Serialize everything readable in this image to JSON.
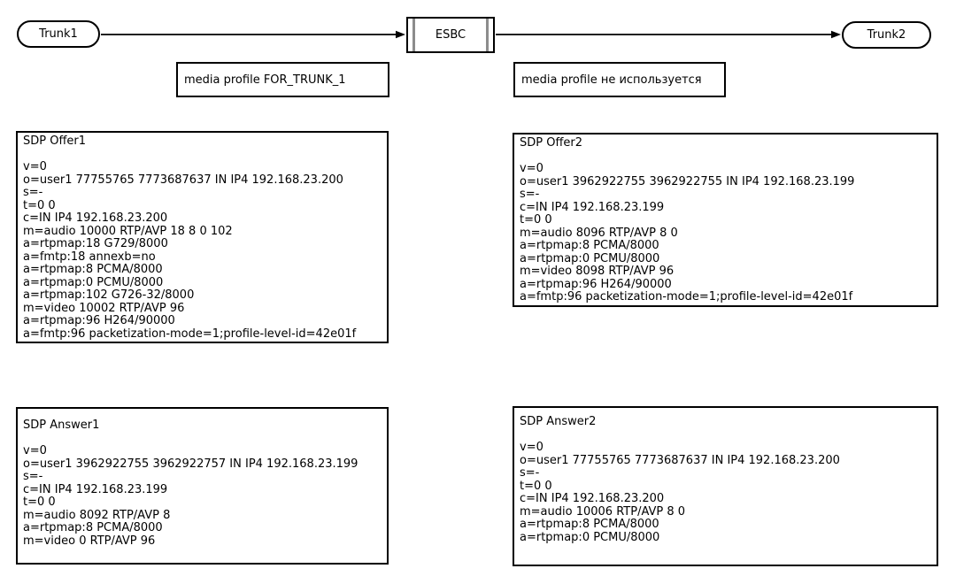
{
  "nodes": {
    "trunk1": "Trunk1",
    "esbc": "ESBC",
    "trunk2": "Trunk2"
  },
  "notes": {
    "left": "media profile FOR_TRUNK_1",
    "right": "media profile не используется"
  },
  "sdp": {
    "offer1": {
      "title": "SDP Offer1",
      "lines": [
        "v=0",
        "o=user1 77755765 7773687637 IN IP4 192.168.23.200",
        "s=-",
        "t=0 0",
        "c=IN IP4 192.168.23.200",
        "m=audio 10000 RTP/AVP 18 8 0 102",
        "a=rtpmap:18 G729/8000",
        "a=fmtp:18 annexb=no",
        "a=rtpmap:8 PCMA/8000",
        "a=rtpmap:0 PCMU/8000",
        "a=rtpmap:102 G726-32/8000",
        "m=video 10002 RTP/AVP 96",
        "a=rtpmap:96 H264/90000",
        "a=fmtp:96 packetization-mode=1;profile-level-id=42e01f"
      ]
    },
    "offer2": {
      "title": "SDP Offer2",
      "lines": [
        "v=0",
        "o=user1 3962922755 3962922755 IN IP4 192.168.23.199",
        "s=-",
        "c=IN IP4 192.168.23.199",
        "t=0 0",
        "m=audio 8096 RTP/AVP 8 0",
        "a=rtpmap:8 PCMA/8000",
        "a=rtpmap:0 PCMU/8000",
        "m=video 8098 RTP/AVP 96",
        "a=rtpmap:96 H264/90000",
        "a=fmtp:96 packetization-mode=1;profile-level-id=42e01f"
      ]
    },
    "answer1": {
      "title": "SDP Answer1",
      "lines": [
        "v=0",
        "o=user1 3962922755 3962922757 IN IP4 192.168.23.199",
        "s=-",
        "c=IN IP4 192.168.23.199",
        "t=0 0",
        "m=audio 8092 RTP/AVP 8",
        "a=rtpmap:8 PCMA/8000",
        "m=video 0 RTP/AVP 96"
      ]
    },
    "answer2": {
      "title": "SDP Answer2",
      "lines": [
        "v=0",
        "o=user1 77755765 7773687637 IN IP4 192.168.23.200",
        "s=-",
        "t=0 0",
        "c=IN IP4 192.168.23.200",
        "m=audio 10006 RTP/AVP 8 0",
        "a=rtpmap:8 PCMA/8000",
        "a=rtpmap:0 PCMU/8000"
      ]
    }
  },
  "colors": {
    "background": "#ffffff",
    "border": "#000000",
    "text": "#000000",
    "esbc_inner_bar": "#8c8c8c"
  }
}
